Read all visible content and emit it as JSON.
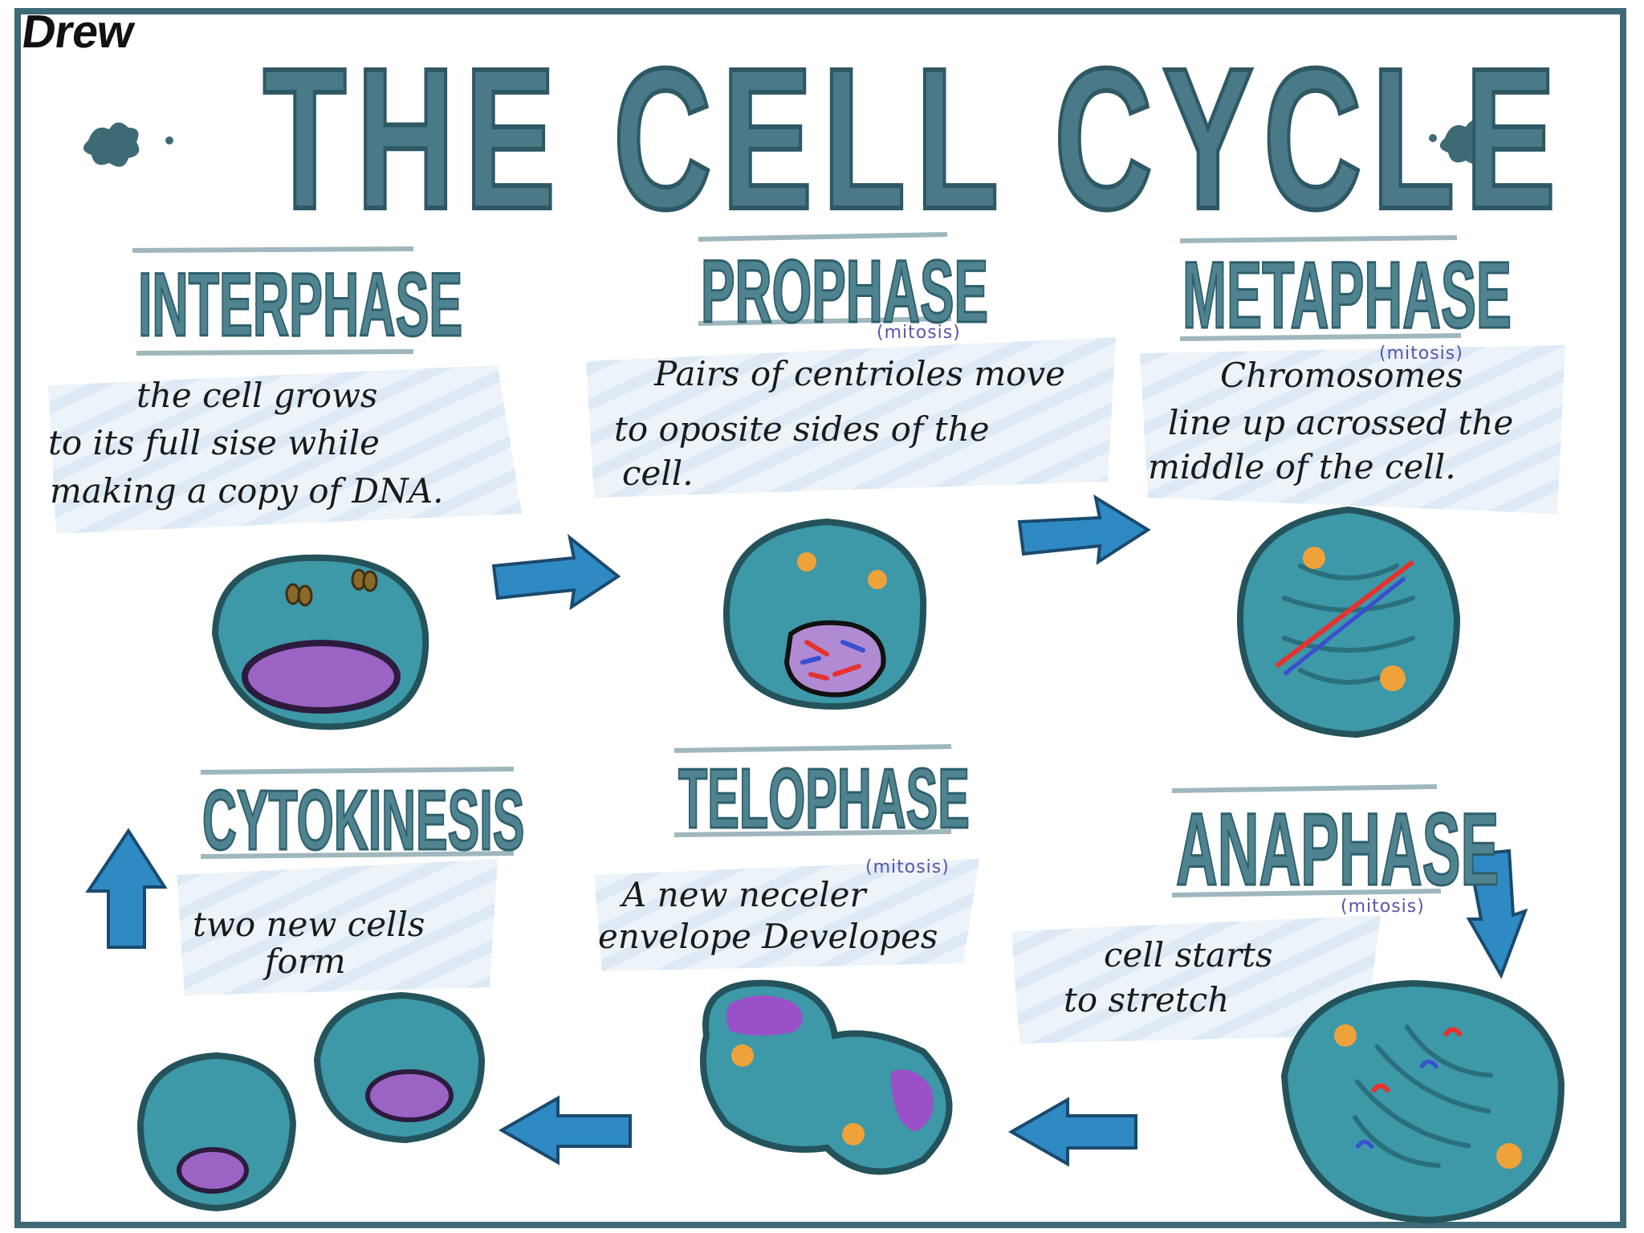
{
  "author": "Drew",
  "title": "THE CELL CYCLE",
  "phases": {
    "interphase": {
      "name": "INTERPHASE",
      "lines": [
        "the cell grows",
        "to its full sise while",
        "making a copy of DNA."
      ]
    },
    "prophase": {
      "name": "PROPHASE",
      "tag": "(mitosis)",
      "lines": [
        "Pairs of centrioles move",
        "to oposite sides of the",
        "cell."
      ]
    },
    "metaphase": {
      "name": "METAPHASE",
      "tag": "(mitosis)",
      "lines": [
        "Chromosomes",
        "line up acrossed the",
        "middle of the cell."
      ]
    },
    "anaphase": {
      "name": "ANAPHASE",
      "tag": "(mitosis)",
      "lines": [
        "cell starts",
        "to stretch"
      ]
    },
    "telophase": {
      "name": "TELOPHASE",
      "tag": "(mitosis)",
      "lines": [
        "A new neceler",
        "envelope Developes"
      ]
    },
    "cytokinesis": {
      "name": "CYTOKINESIS",
      "lines": [
        "two new cells",
        "form"
      ]
    }
  },
  "colors": {
    "frame": "#3e6a75",
    "title": "#4a7a87",
    "cell_fill": "#3d98a7",
    "cell_edge": "#24535c",
    "nucleus": "#9a63c4",
    "centriole": "#f0a23a",
    "arrow": "#2f8ac4",
    "highlight": "#dcebf5",
    "mitosis_tag": "#5a55a8"
  }
}
